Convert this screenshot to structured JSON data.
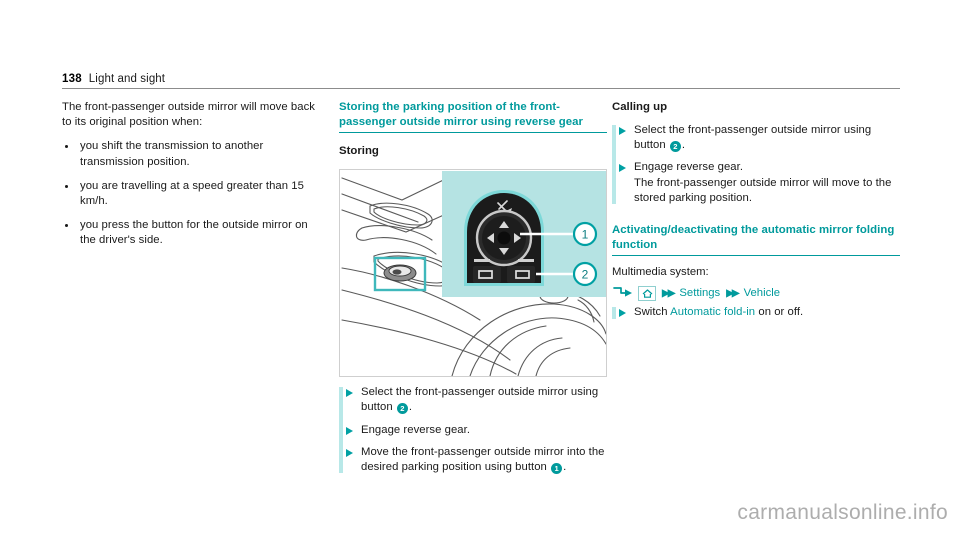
{
  "header": {
    "page_number": "138",
    "chapter": "Light and sight"
  },
  "left_column": {
    "intro": "The front-passenger outside mirror will move back to its original position when:",
    "bullets": [
      "you shift the transmission to another transmission position.",
      "you are travelling at a speed greater than 15 km/h.",
      "you press the button for the outside mirror on the driver's side."
    ]
  },
  "middle_column": {
    "heading": "Storing the parking position of the front-passenger outside mirror using reverse gear",
    "subheading": "Storing",
    "figure": {
      "caption_alt": "Driver door panel with outside mirror control; callout detail of mirror adjustment rocker",
      "callout_1": "1",
      "callout_2": "2"
    },
    "steps": [
      {
        "text_before": "Select the front-passenger outside mirror using button",
        "badge": "2",
        "text_after": "."
      },
      {
        "text_before": "Engage reverse gear.",
        "badge": "",
        "text_after": ""
      },
      {
        "text_before": "Move the front-passenger outside mirror into the desired parking position using button",
        "badge": "1",
        "text_after": "."
      }
    ]
  },
  "right_column": {
    "heading_calling_up": "Calling up",
    "steps": [
      {
        "text_before": "Select the front-passenger outside mirror using button",
        "badge": "2",
        "text_after": "."
      },
      {
        "text_before": "Engage reverse gear.",
        "badge": "",
        "text_after": "",
        "note": "The front-passenger outside mirror will move to the stored parking position."
      }
    ],
    "heading_folding": "Activating/deactivating the automatic mirror folding function",
    "multimedia_label": "Multimedia system:",
    "breadcrumb": {
      "home_icon": "home-icon",
      "separator": "▶▶",
      "items": [
        "Settings",
        "Vehicle"
      ]
    },
    "switch_step": {
      "text_before": "Switch",
      "link": "Automatic fold-in",
      "text_after": "on or off."
    }
  },
  "watermark": "carmanualsonline.info",
  "colors": {
    "teal": "#009a9c",
    "teal_light": "#b8e8e8",
    "callout_panel": "#b5e3e3",
    "rule_gray": "#8c8c8c",
    "watermark_gray": "#adadad"
  }
}
